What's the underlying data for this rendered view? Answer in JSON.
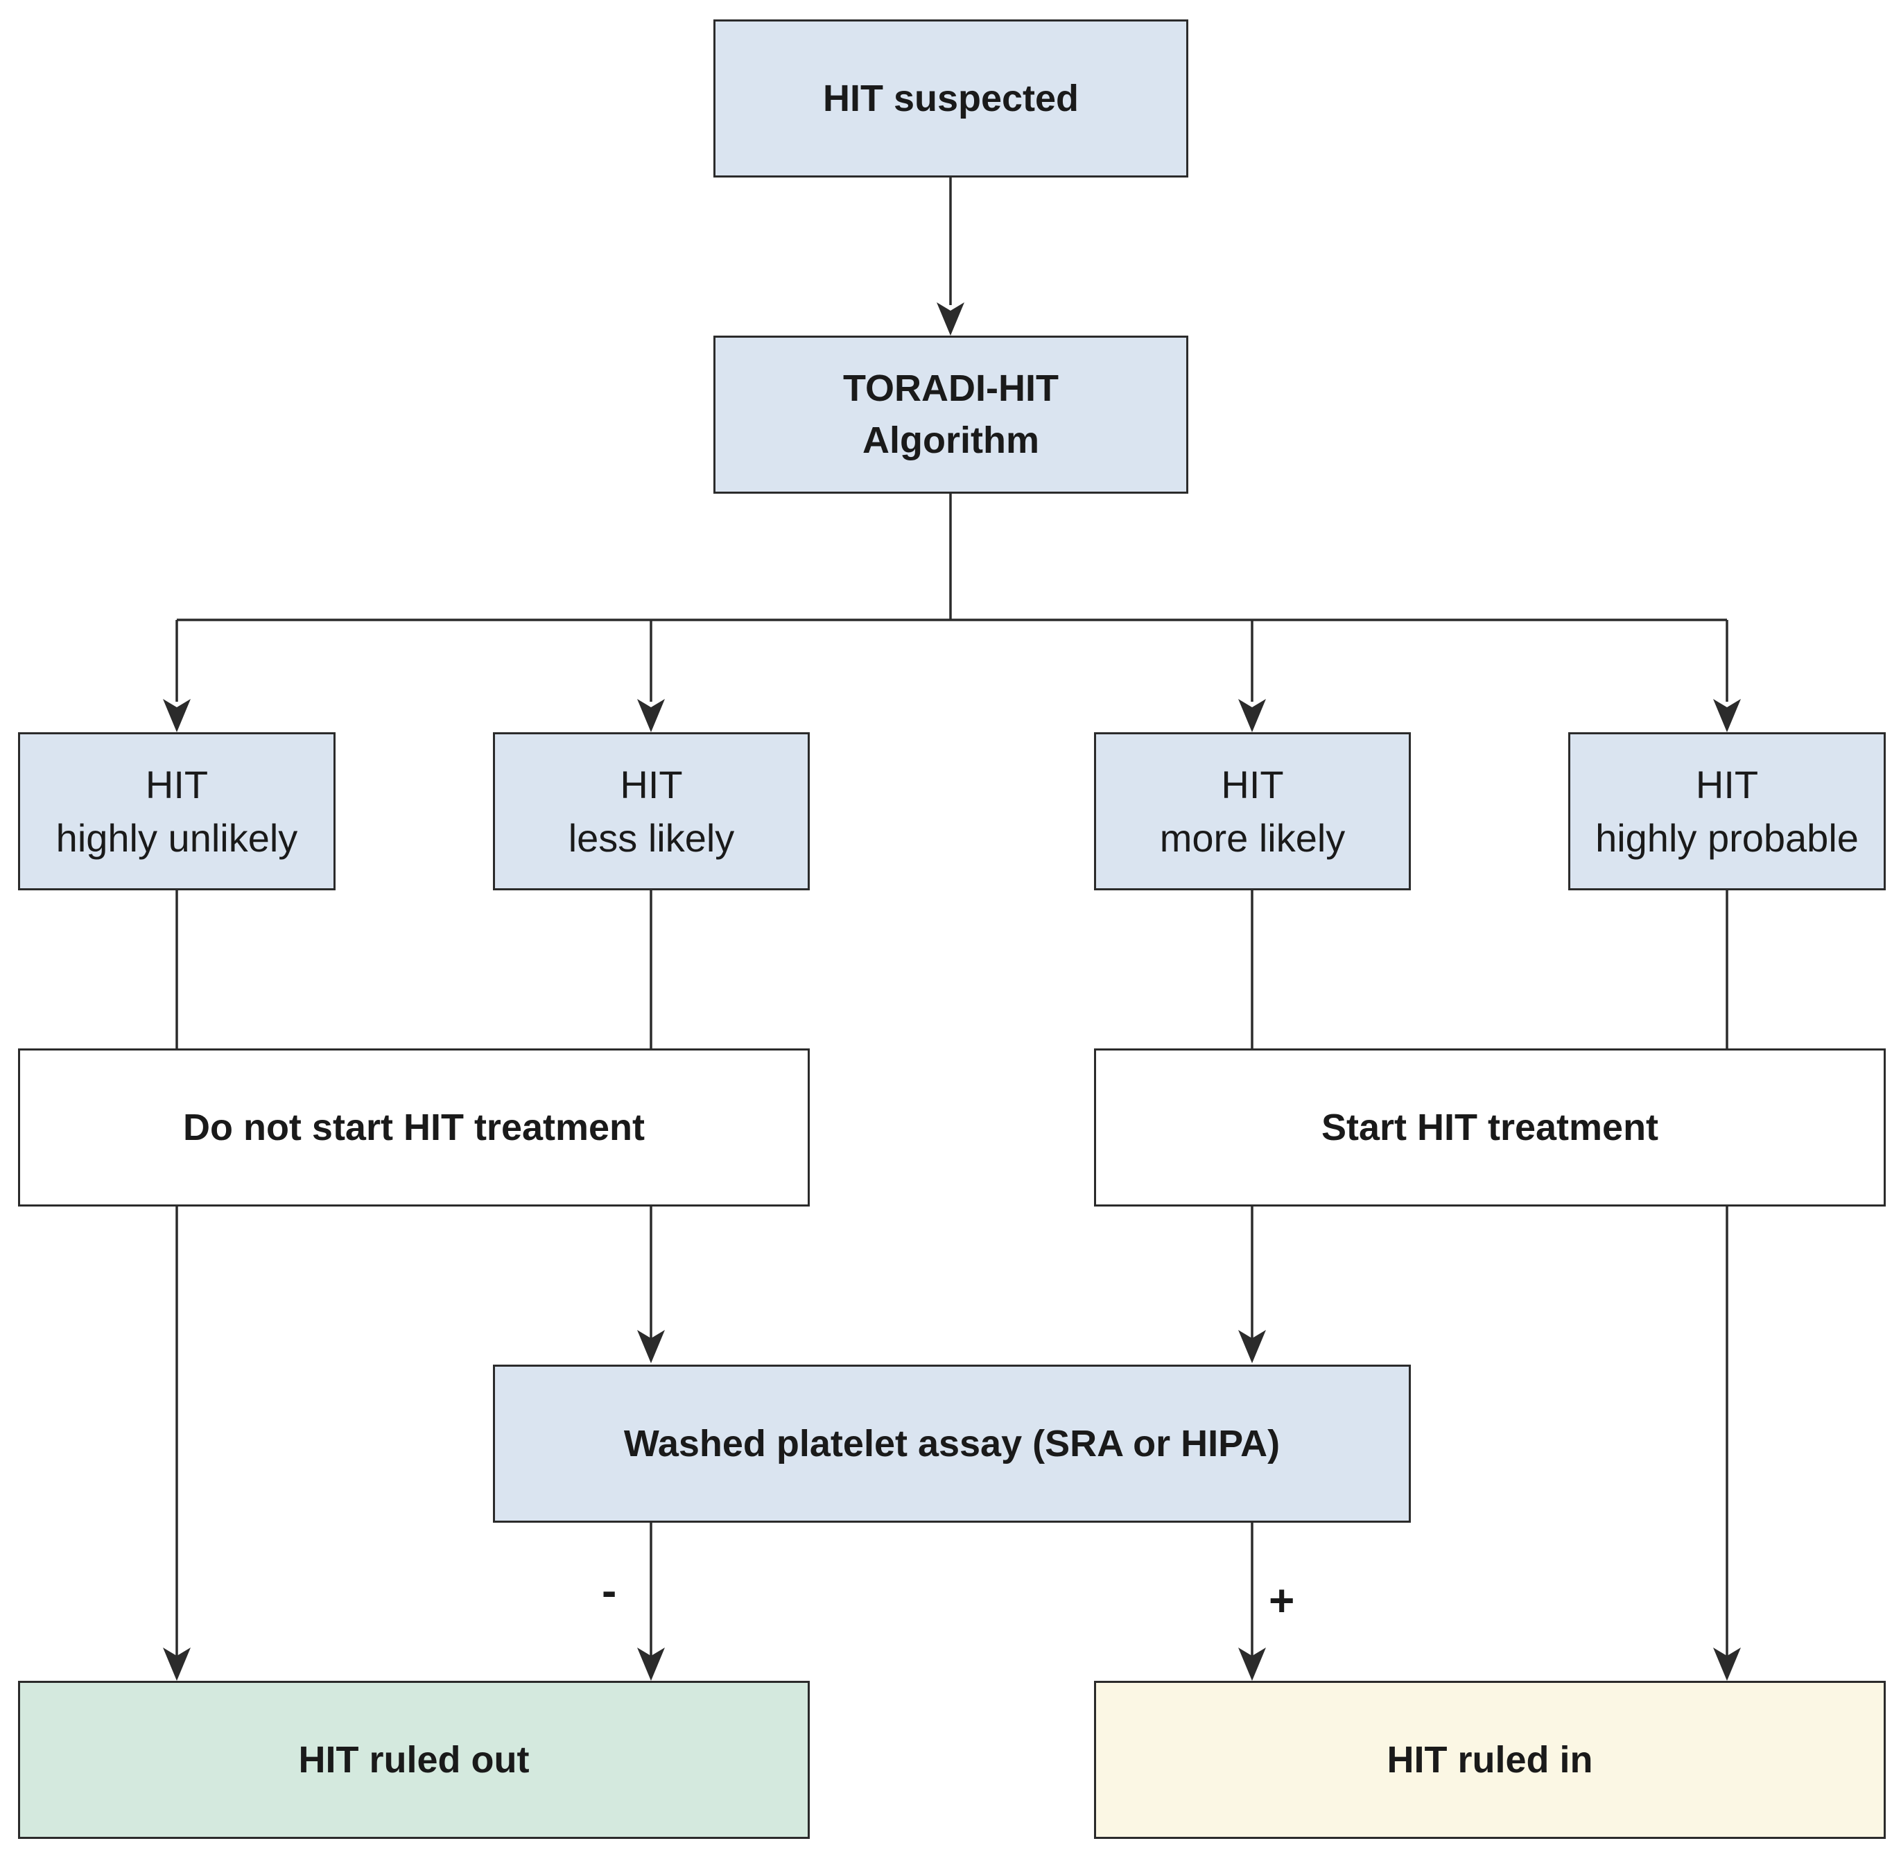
{
  "nodes": {
    "hit_suspected": {
      "lines": [
        "HIT suspected"
      ]
    },
    "toradi_algorithm": {
      "lines": [
        "TORADI-HIT",
        "Algorithm"
      ]
    },
    "highly_unlikely": {
      "lines": [
        "HIT",
        "highly unlikely"
      ]
    },
    "less_likely": {
      "lines": [
        "HIT",
        "less likely"
      ]
    },
    "more_likely": {
      "lines": [
        "HIT",
        "more likely"
      ]
    },
    "highly_probable": {
      "lines": [
        "HIT",
        "highly probable"
      ]
    },
    "do_not_start": {
      "lines": [
        "Do not start HIT treatment"
      ]
    },
    "start_treatment": {
      "lines": [
        "Start HIT treatment"
      ]
    },
    "washed_platelet_assay": {
      "lines": [
        "Washed platelet assay (SRA or HIPA)"
      ]
    },
    "ruled_out": {
      "lines": [
        "HIT ruled out"
      ]
    },
    "ruled_in": {
      "lines": [
        "HIT ruled in"
      ]
    }
  },
  "edge_labels": {
    "negative": "-",
    "positive": "+"
  },
  "colors": {
    "stroke": "#2b2b2b",
    "blue_fill": "#dae4f0",
    "white_fill": "#ffffff",
    "green_fill": "#d4e9de",
    "yellow_fill": "#fbf7e4"
  }
}
